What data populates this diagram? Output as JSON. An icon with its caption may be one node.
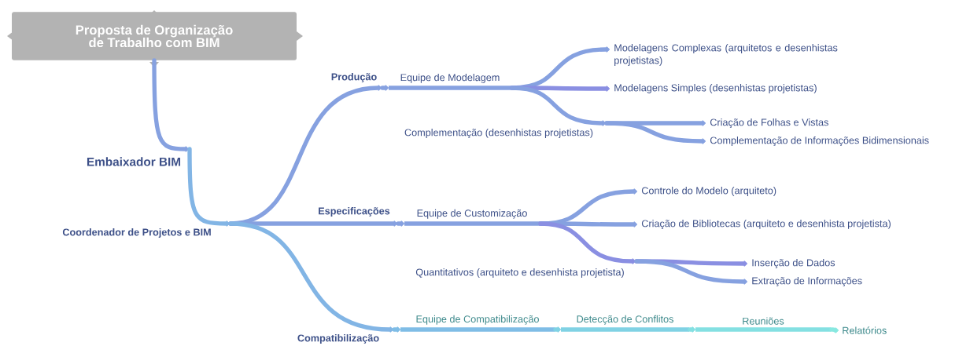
{
  "diagram": {
    "nodes": [
      {
        "text": [
          "Proposta de Organização de Trabalho com BIM"
        ]
      },
      {
        "text": [
          "Embaixador BIM"
        ]
      },
      {
        "text": [
          "Coordenador de Projetos e BIM"
        ]
      },
      {
        "text": [
          "Produção"
        ]
      },
      {
        "text": [
          "Especificações"
        ]
      },
      {
        "text": [
          "Compatibilização"
        ]
      },
      {
        "text": [
          "Equipe de Modelagem"
        ]
      },
      {
        "text": [
          "Modelagens Complexas (arquitetos e desenhistas projetistas)"
        ]
      },
      {
        "text": [
          "Modelagens Simples (desenhistas projetistas)"
        ]
      },
      {
        "text": [
          "Complementação (desenhistas projetistas)"
        ]
      },
      {
        "text": [
          "Criação de Folhas e Vistas"
        ]
      },
      {
        "text": [
          "Complementação de Informações Bidimensionais"
        ]
      },
      {
        "text": [
          "Equipe de Customização"
        ]
      },
      {
        "text": [
          "Controle do Modelo (arquiteto)"
        ]
      },
      {
        "text": [
          "Criação de Bibliotecas (arquiteto e desenhista projetista)"
        ]
      },
      {
        "text": [
          "Quantitativos (arquiteto e desenhista projetista)"
        ]
      },
      {
        "text": [
          "Inserção de Dados"
        ]
      },
      {
        "text": [
          "Extração de Informações"
        ]
      },
      {
        "text": [
          "Equipe de Compatibilização"
        ]
      },
      {
        "text": [
          "Detecção de Conflitos"
        ]
      },
      {
        "text": [
          "Reuniões"
        ]
      },
      {
        "text": [
          "Relatórios"
        ]
      }
    ],
    "edges": [
      {
        "from": 0,
        "to": 1,
        "arrow": "to"
      },
      {
        "from": 1,
        "to": 2,
        "arrow": "to",
        "color": "#82b5e5"
      },
      {
        "from": 2,
        "to": 3,
        "arrow": "to"
      },
      {
        "from": 2,
        "to": 4,
        "arrow": "to"
      },
      {
        "from": 2,
        "to": 5,
        "arrow": "to",
        "color": "#82b5e5"
      },
      {
        "from": 3,
        "to": 6,
        "arrow": "to"
      },
      {
        "from": 6,
        "to": 7,
        "arrow": "to"
      },
      {
        "from": 6,
        "to": 8,
        "arrow": "to",
        "color": "#8a8fe2"
      },
      {
        "from": 6,
        "to": 9,
        "arrow": "to"
      },
      {
        "from": 9,
        "to": 10,
        "arrow": "to"
      },
      {
        "from": 9,
        "to": 11,
        "arrow": "to"
      },
      {
        "from": 4,
        "to": 12,
        "arrow": "to"
      },
      {
        "from": 12,
        "to": 13,
        "arrow": "to"
      },
      {
        "from": 12,
        "to": 14,
        "arrow": "to"
      },
      {
        "from": 12,
        "to": 15,
        "arrow": "to",
        "color": "#8a8fe2"
      },
      {
        "from": 15,
        "to": 16,
        "arrow": "to",
        "color": "#8a8fe2"
      },
      {
        "from": 15,
        "to": 17,
        "arrow": "to"
      },
      {
        "from": 5,
        "to": 18,
        "arrow": "to",
        "color": "#7fbde6"
      },
      {
        "from": 18,
        "to": 19,
        "arrow": "to",
        "color": "#80d2e4"
      },
      {
        "from": 19,
        "to": 20,
        "arrow": "to",
        "color": "#84e0e2"
      },
      {
        "from": 20,
        "to": 21,
        "arrow": "to",
        "color": "#88e8e0"
      }
    ]
  }
}
